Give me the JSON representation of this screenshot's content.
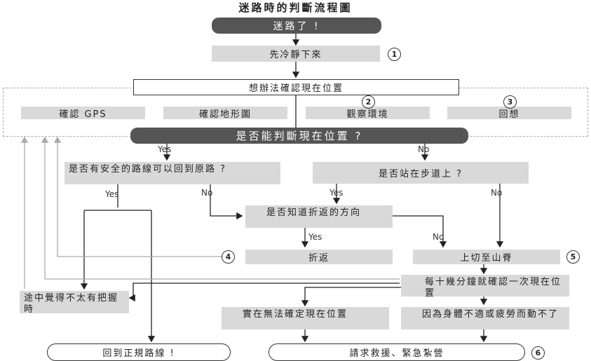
{
  "title": "迷路時的判斷流程圖",
  "nodes": {
    "lost": "迷路了 !",
    "calm": "先冷靜下來",
    "find_position": "想辦法確認現在位置",
    "confirm_gps": "確認 GPS",
    "confirm_terrain": "確認地形圖",
    "observe": "觀察環境",
    "recall": "回想",
    "can_judge": "是否能判斷現在位置 ?",
    "safe_route": "是否有安全的路線可以回到原路 ?",
    "on_trail": "是否站在步道上 ?",
    "know_direction": "是否知道折返的方向",
    "turn_back": "折返",
    "climb_ridge": "上切至山脊",
    "check_interval": "每十幾分鐘就確認一次現在位置",
    "unsure": "途中覺得不太有把握時",
    "cannot_confirm": "實在無法確定現在位置",
    "exhausted": "因為身體不適或疲勞而動不了",
    "return_route": "回到正規路線 !",
    "rescue": "請求救援、緊急紮營"
  },
  "labels": {
    "yes": "Yes",
    "no": "No"
  },
  "steps": {
    "s1": "1",
    "s2": "2",
    "s3": "3",
    "s4": "4",
    "s5": "5",
    "s6": "6"
  }
}
